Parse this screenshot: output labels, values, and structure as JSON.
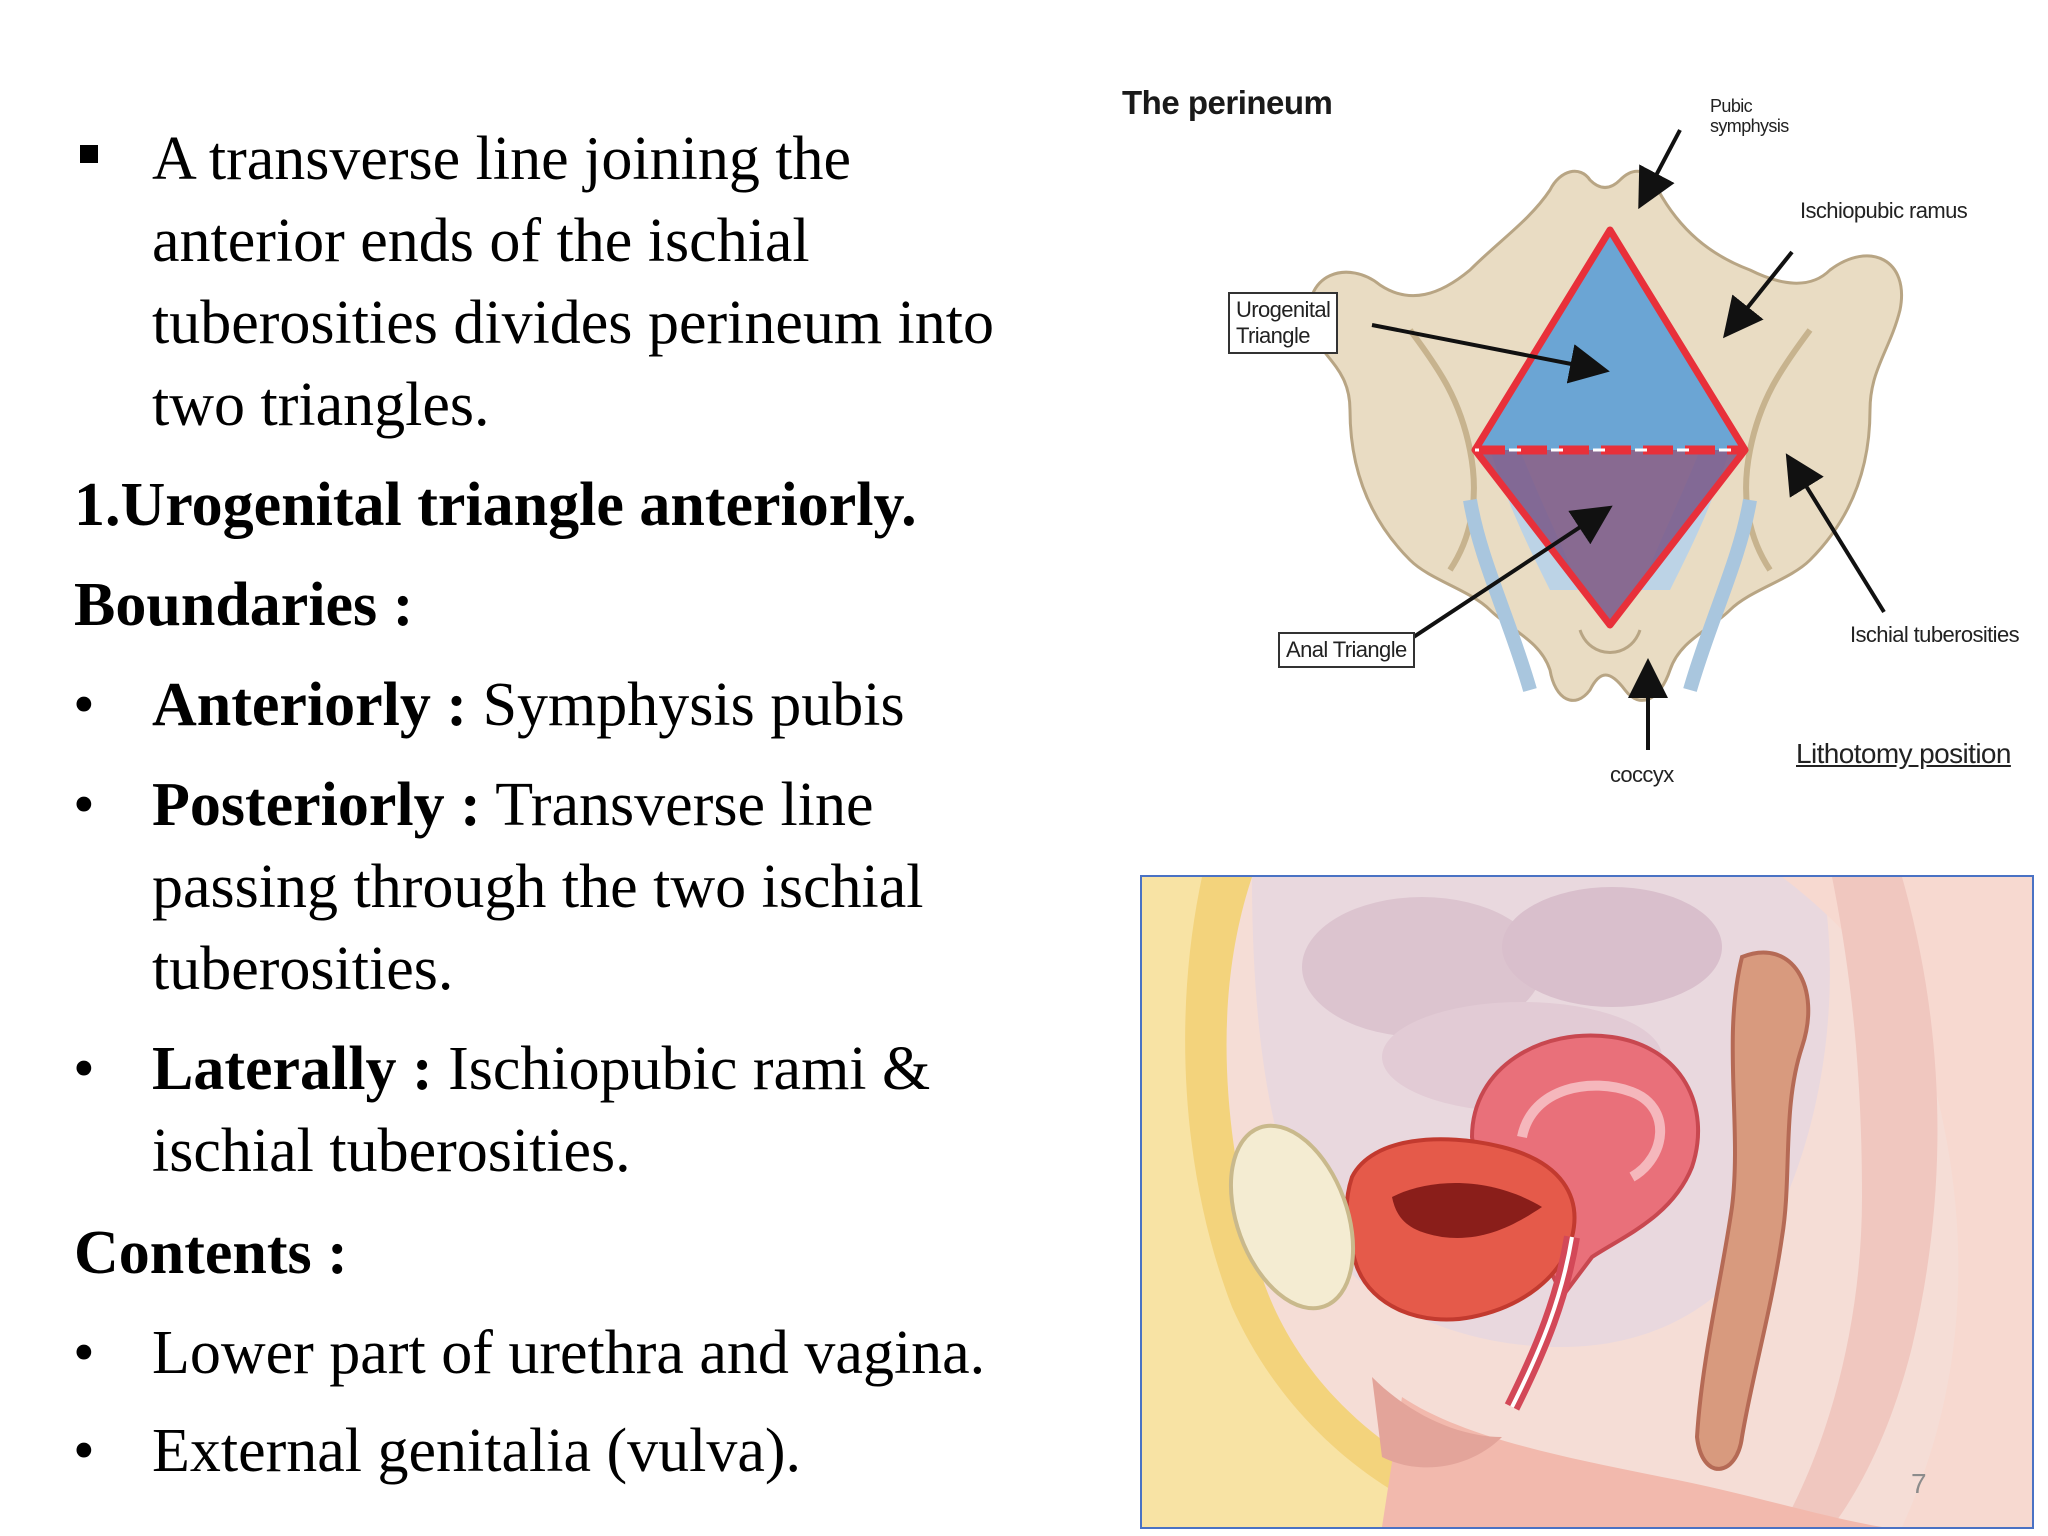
{
  "intro": {
    "line1": "A transverse line joining the",
    "line2": "anterior ends of the ischial",
    "line3": "tuberosities divides perineum into",
    "line4": "two triangles."
  },
  "heading_urogenital": "1.Urogenital triangle anteriorly.",
  "heading_boundaries": "Boundaries :",
  "boundaries": {
    "anteriorly_label": "Anteriorly :",
    "anteriorly_text": " Symphysis pubis",
    "posteriorly_label": "Posteriorly :",
    "posteriorly_text1": " Transverse line",
    "posteriorly_text2": "passing through the two ischial",
    "posteriorly_text3": "tuberosities.",
    "laterally_label": "Laterally :",
    "laterally_text1": " Ischiopubic rami &",
    "laterally_text2": "ischial tuberosities."
  },
  "heading_contents": "Contents :",
  "contents": {
    "item1": "Lower part of urethra  and vagina.",
    "item2": "External genitalia (vulva)."
  },
  "figure_perineum": {
    "title": "The perineum",
    "label_pubic_1": "Pubic",
    "label_pubic_2": "symphysis",
    "label_ischiopubic": "Ischiopubic ramus",
    "label_urogenital_1": "Urogenital",
    "label_urogenital_2": "Triangle",
    "label_anal": "Anal Triangle",
    "label_ischial": "Ischial tuberosities",
    "label_coccyx": "coccyx",
    "label_position": "Lithotomy position"
  },
  "page_number": "7",
  "colors": {
    "triangle_outline": "#e8303a",
    "urogenital_fill": "#5f9fd6",
    "anal_fill": "#7a5a8a",
    "bone": "#e9dcc3",
    "figure_border": "#4a72c4"
  }
}
